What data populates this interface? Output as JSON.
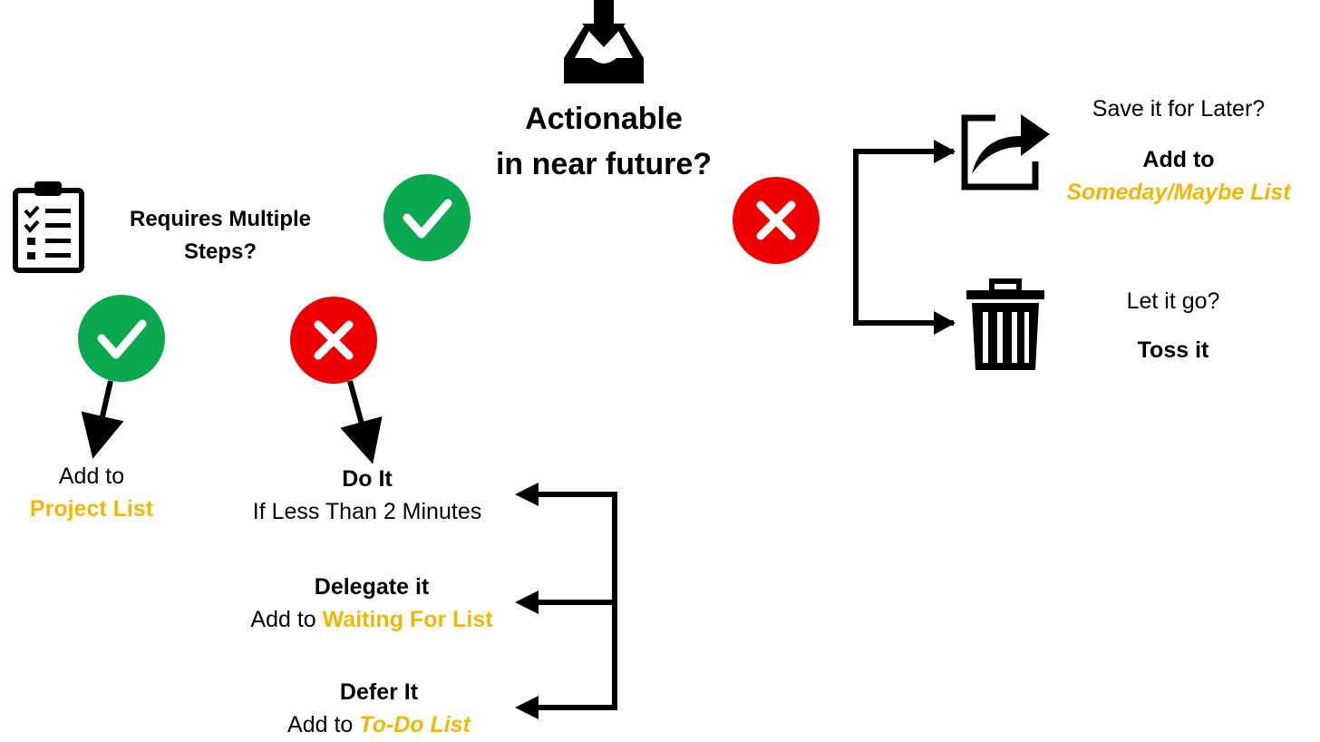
{
  "colors": {
    "yes": "#0aa84f",
    "no": "#ee0000",
    "accent": "#f2b705",
    "line": "#000000"
  },
  "icons": {
    "inbox": "inbox-icon",
    "clipboard": "clipboard-checklist-icon",
    "share": "share-arrow-icon",
    "trash": "trash-can-icon",
    "yes": "check-icon",
    "no": "x-icon"
  },
  "question": {
    "line1": "Actionable",
    "line2": "in near future?"
  },
  "multi": {
    "line1": "Requires Multiple",
    "line2": "Steps?"
  },
  "later": {
    "question": "Save it for Later?",
    "action": "Add to",
    "list": "Someday/Maybe List"
  },
  "letgo": {
    "question": "Let it go?",
    "action": "Toss it"
  },
  "project": {
    "action": "Add to",
    "list": "Project List"
  },
  "doit": {
    "title": "Do It",
    "detail": "If Less Than 2 Minutes"
  },
  "delegate": {
    "title": "Delegate it",
    "prefix": "Add to ",
    "list": "Waiting For List"
  },
  "defer": {
    "title": "Defer It",
    "prefix": "Add to ",
    "list": "To-Do List"
  }
}
